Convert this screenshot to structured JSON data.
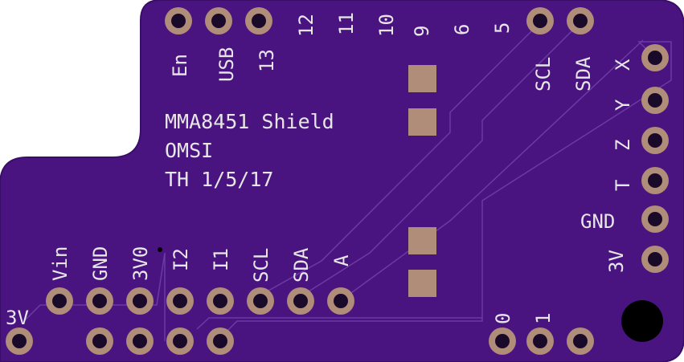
{
  "board": {
    "title_lines": [
      "MMA8451 Shield",
      "OMSI",
      "TH 1/5/17"
    ],
    "top_header_labels": [
      "En",
      "USB",
      "13",
      "12",
      "11",
      "10",
      "9",
      "6",
      "5",
      "SCL",
      "SDA"
    ],
    "right_header_labels": [
      "X",
      "Y",
      "Z",
      "T",
      "GND",
      "3V"
    ],
    "bottom_left_labels": [
      "3V",
      "Vin",
      "GND",
      "3V0",
      "I2",
      "I1",
      "SCL",
      "SDA",
      "A"
    ],
    "bottom_right_labels": [
      "0",
      "1"
    ],
    "colors": {
      "board": "#4a1480",
      "board_edge": "#3a0e68",
      "pad": "#b08d78",
      "pad_hole": "#1a0a2a",
      "silkscreen": "#e6e6e6",
      "trace": "#6a3aa5",
      "mount_hole": "#000000"
    }
  }
}
